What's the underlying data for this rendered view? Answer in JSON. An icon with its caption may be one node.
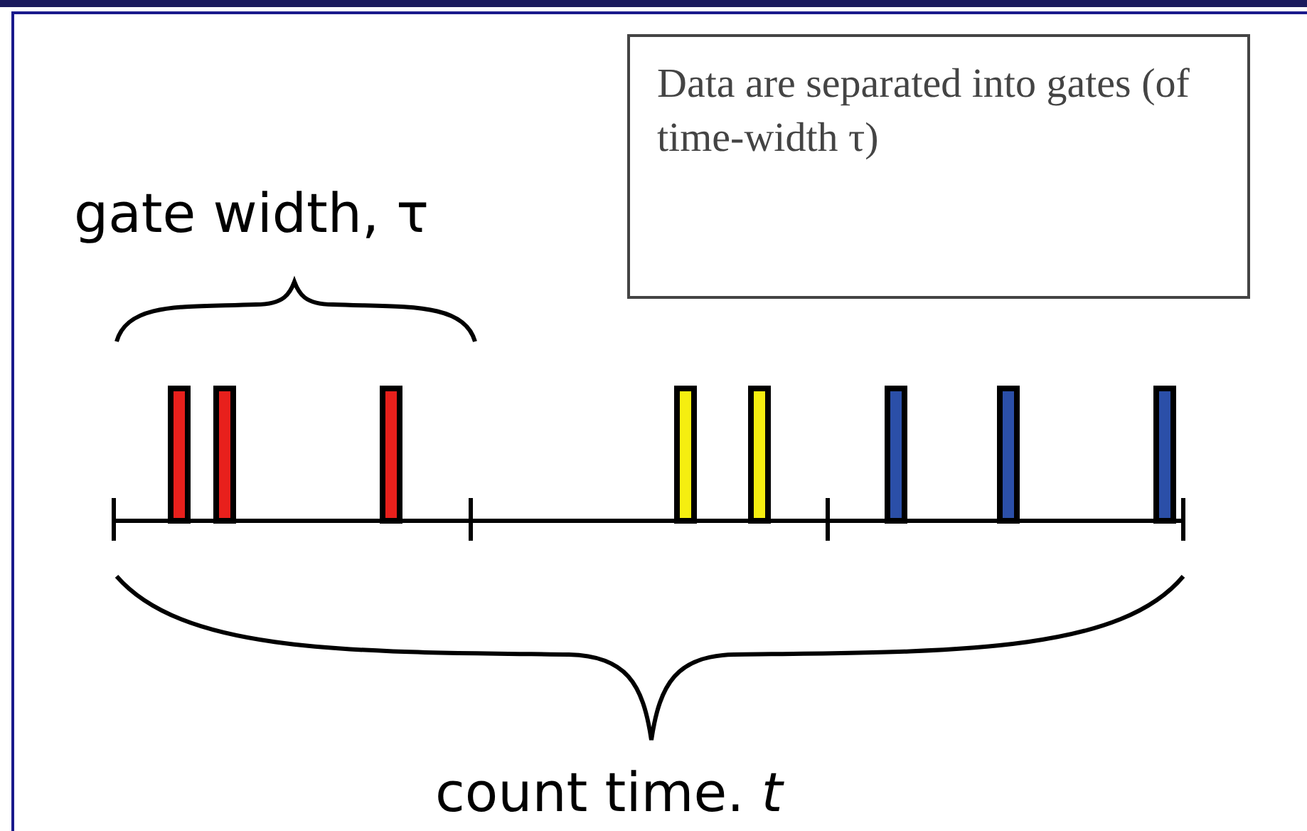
{
  "diagram": {
    "nodes": [
      {
        "text": [
          "Data are separated into gates (of time-width τ)"
        ]
      }
    ],
    "labels": [
      "gate width, τ",
      "count time. *t*"
    ]
  }
}
